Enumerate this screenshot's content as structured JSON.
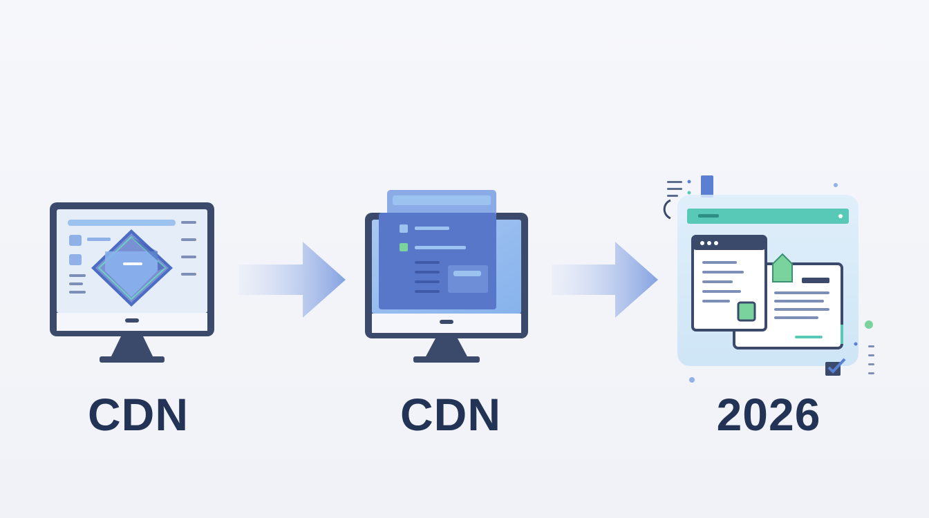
{
  "steps": [
    {
      "label": "CDN",
      "icon": "diamond-monitor-icon"
    },
    {
      "label": "CDN",
      "icon": "layered-monitor-icon"
    },
    {
      "label": "2026",
      "icon": "modern-web-app-icon"
    }
  ],
  "connectors": [
    {
      "icon": "arrow-right-icon"
    },
    {
      "icon": "arrow-right-icon"
    }
  ],
  "colors": {
    "background": "#f1f3f8",
    "text": "#233355",
    "frame": "#3b4a6b",
    "accent_blue": "#5b7fd1",
    "accent_light_blue": "#9cc3f0",
    "accent_teal": "#58c9b6",
    "accent_green": "#7ad39d"
  }
}
